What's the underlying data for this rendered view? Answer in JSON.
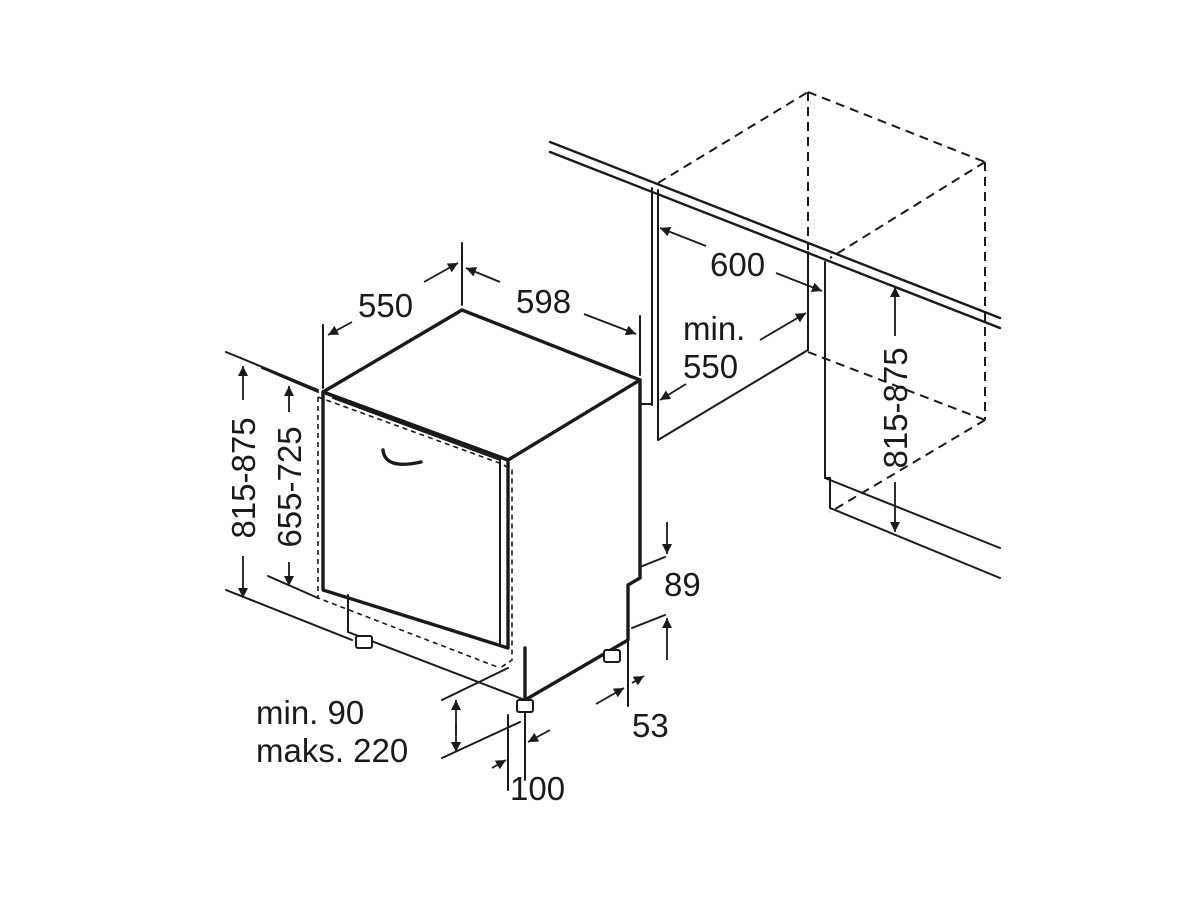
{
  "labels": {
    "depth": "550",
    "width": "598",
    "niche_width": "600",
    "niche_depth_line1": "min.",
    "niche_depth_line2": "550",
    "niche_height": "815-875",
    "height_total": "815-875",
    "height_door": "655-725",
    "plinth_top": "89",
    "plinth_bottom": "53",
    "foot_line1": "min. 90",
    "foot_line2": "maks. 220",
    "foot_offset": "100"
  },
  "colors": {
    "line": "#1a1a1a",
    "background": "#ffffff"
  }
}
